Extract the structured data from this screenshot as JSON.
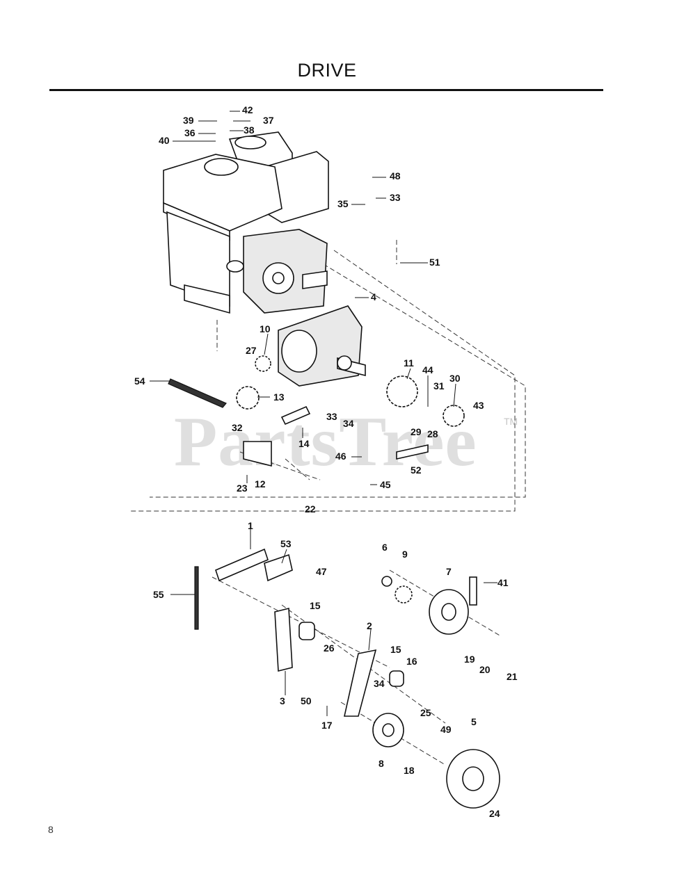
{
  "page": {
    "title": "DRIVE",
    "page_number": "8",
    "watermark": "PartsTree",
    "watermark_tm": "TM"
  },
  "callouts": [
    "42",
    "39",
    "37",
    "36",
    "38",
    "40",
    "48",
    "35",
    "33",
    "51",
    "4",
    "10",
    "27",
    "11",
    "44",
    "30",
    "31",
    "43",
    "54",
    "13",
    "33",
    "34",
    "29",
    "28",
    "32",
    "14",
    "46",
    "52",
    "23",
    "12",
    "45",
    "22",
    "1",
    "53",
    "6",
    "9",
    "7",
    "41",
    "47",
    "55",
    "15",
    "2",
    "26",
    "15",
    "16",
    "34",
    "19",
    "20",
    "21",
    "3",
    "50",
    "17",
    "25",
    "49",
    "5",
    "8",
    "18",
    "24"
  ]
}
